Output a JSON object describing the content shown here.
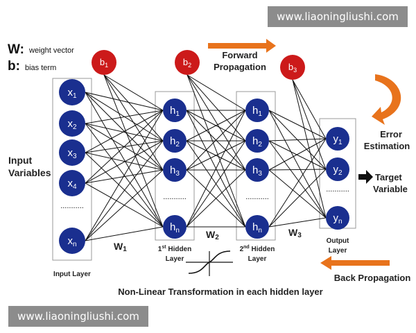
{
  "watermark_top": "www.liaoningliushi.com",
  "watermark_bottom": "www.liaoningliushi.com",
  "legend": {
    "w_symbol": "W:",
    "w_text": "weight vector",
    "b_symbol": "b:",
    "b_text": "bias term"
  },
  "labels": {
    "input_variables_line1": "Input",
    "input_variables_line2": "Variables",
    "forward_line1": "Forward",
    "forward_line2": "Propagation",
    "error_line1": "Error",
    "error_line2": "Estimation",
    "target_line1": "Target",
    "target_line2": "Variable",
    "back": "Back Propagation",
    "caption": "Non-Linear Transformation in each hidden layer",
    "input_layer": "Input Layer",
    "hidden1_line1": "1st Hidden",
    "hidden1_line2": "Layer",
    "hidden2_line1": "2nd Hidden",
    "hidden2_line2": "Layer",
    "output_line1": "Output",
    "output_line2": "Layer",
    "w1": "W1",
    "w2": "W2",
    "w3": "W3"
  },
  "bias": [
    "b1",
    "b2",
    "b3"
  ],
  "input_nodes": [
    "x1",
    "x2",
    "x3",
    "x4",
    "xn"
  ],
  "hidden1_nodes": [
    "h1",
    "h2",
    "h3",
    "hn"
  ],
  "hidden2_nodes": [
    "h1",
    "h2",
    "h3",
    "hn"
  ],
  "output_nodes": [
    "y1",
    "y2",
    "yn"
  ],
  "ellipsis": "...........",
  "colors": {
    "node": "#1a2f8f",
    "bias": "#cc1a1a",
    "arrow": "#e8731c",
    "watermark": "#8c8c8c"
  }
}
